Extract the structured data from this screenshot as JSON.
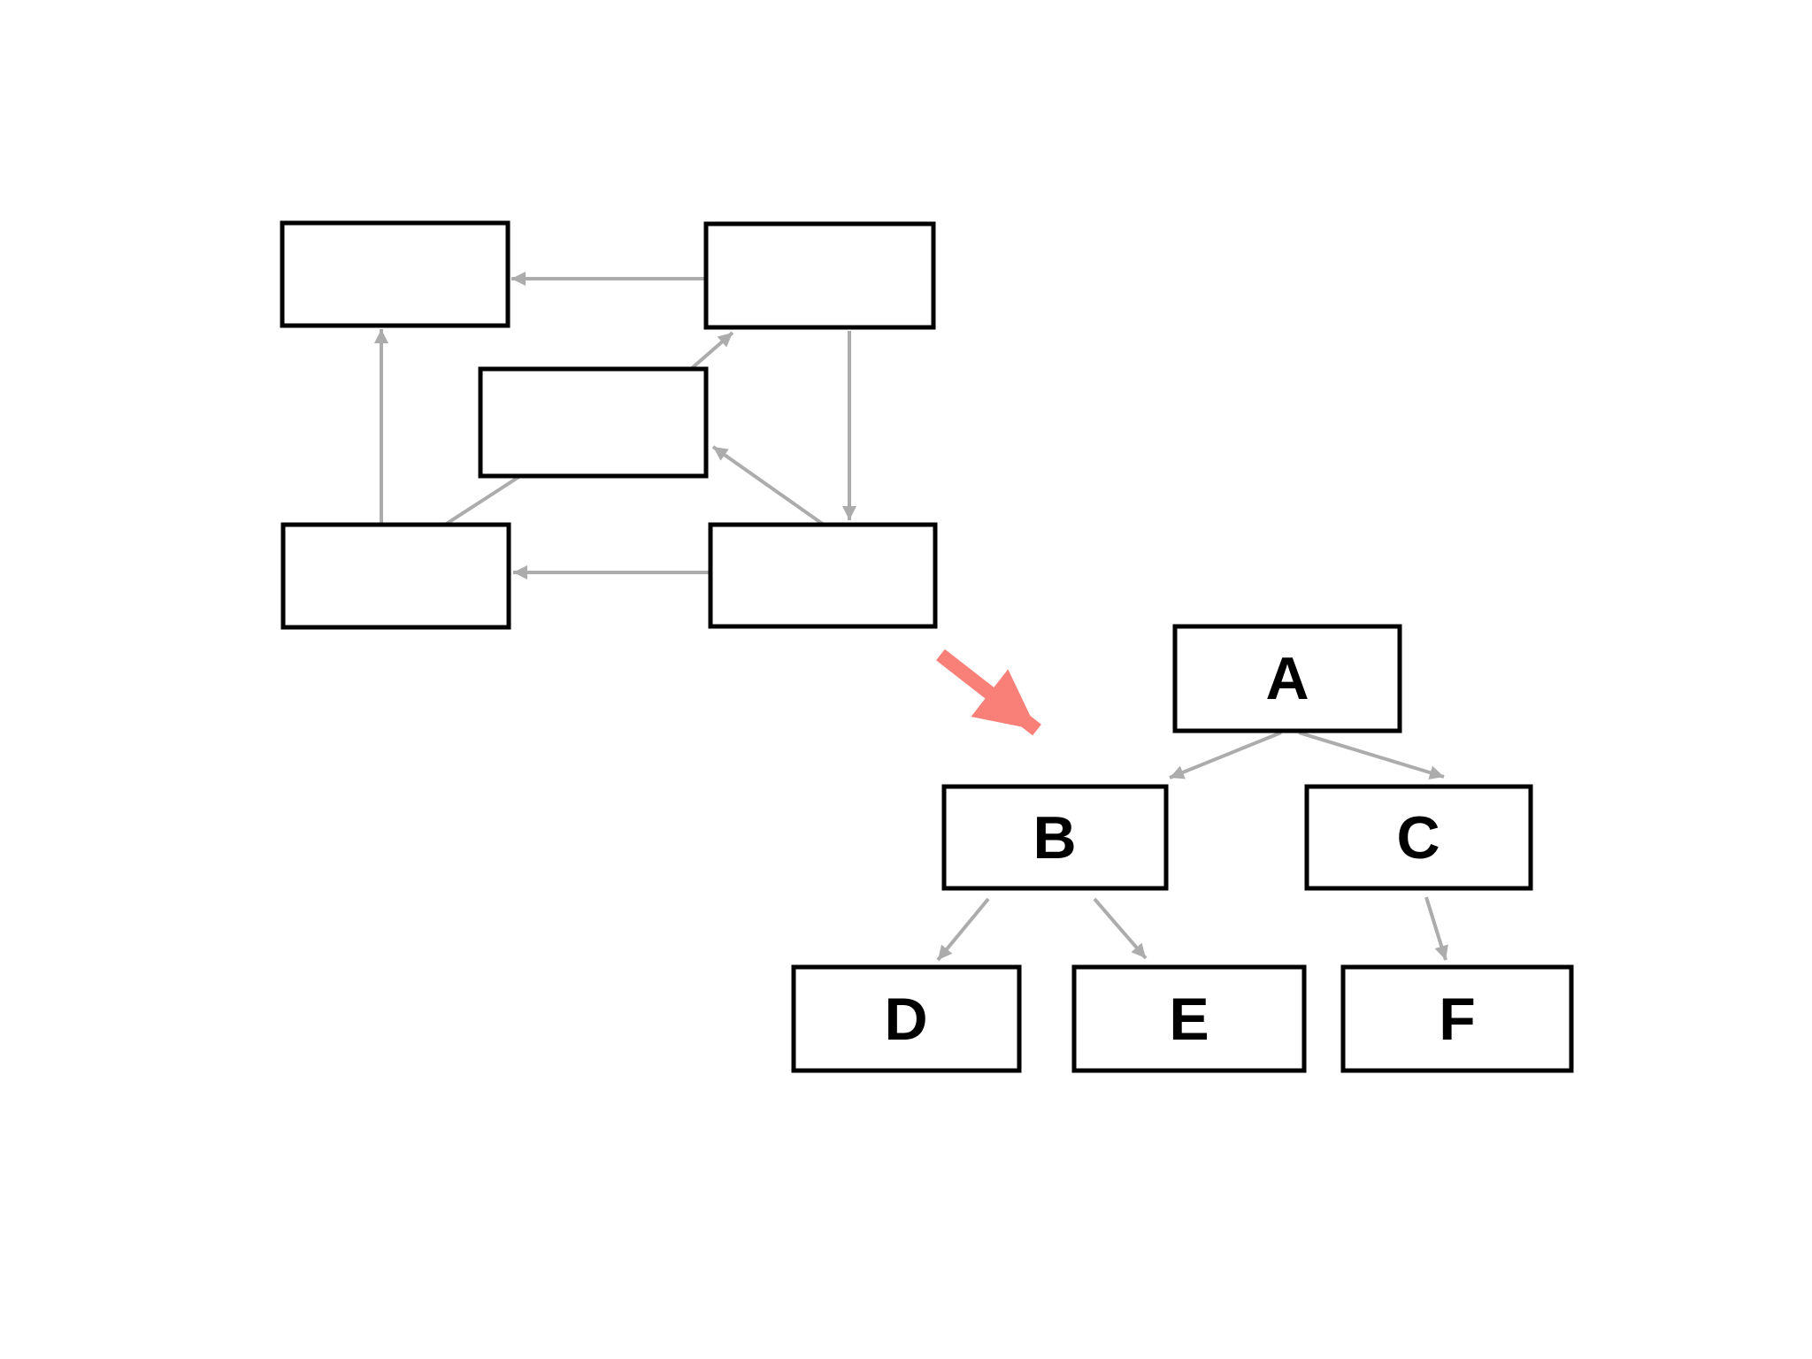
{
  "page": {
    "background_color": "#ffffff"
  },
  "colors": {
    "box_border": "#000000",
    "box_fill": "#ffffff",
    "connector_gray": "#acacac",
    "highlight_arrow_red": "#f98078",
    "label_text": "#000000"
  },
  "left_graph": {
    "nodes": [
      {
        "id": "box-top-left",
        "label": ""
      },
      {
        "id": "box-top-right",
        "label": ""
      },
      {
        "id": "box-middle",
        "label": ""
      },
      {
        "id": "box-bottom-left",
        "label": ""
      },
      {
        "id": "box-bottom-right",
        "label": ""
      }
    ],
    "edges": [
      {
        "from": "box-top-right",
        "to": "box-top-left",
        "arrowhead": true
      },
      {
        "from": "box-bottom-left",
        "to": "box-top-left",
        "arrowhead": true
      },
      {
        "from": "box-middle",
        "to": "box-top-right",
        "arrowhead": true
      },
      {
        "from": "box-top-right",
        "to": "box-bottom-right",
        "arrowhead": true
      },
      {
        "from": "box-bottom-right",
        "to": "box-middle",
        "arrowhead": true
      },
      {
        "from": "box-bottom-right",
        "to": "box-bottom-left",
        "arrowhead": true
      },
      {
        "from": "box-bottom-left",
        "to": "box-middle",
        "arrowhead": false
      }
    ]
  },
  "transform_arrow": {
    "color": "#f98078",
    "direction": "down-right"
  },
  "tree": {
    "nodes": [
      {
        "id": "A",
        "label": "A"
      },
      {
        "id": "B",
        "label": "B"
      },
      {
        "id": "C",
        "label": "C"
      },
      {
        "id": "D",
        "label": "D"
      },
      {
        "id": "E",
        "label": "E"
      },
      {
        "id": "F",
        "label": "F"
      }
    ],
    "edges": [
      {
        "from": "A",
        "to": "B"
      },
      {
        "from": "A",
        "to": "C"
      },
      {
        "from": "B",
        "to": "D"
      },
      {
        "from": "B",
        "to": "E"
      },
      {
        "from": "C",
        "to": "F"
      }
    ]
  }
}
